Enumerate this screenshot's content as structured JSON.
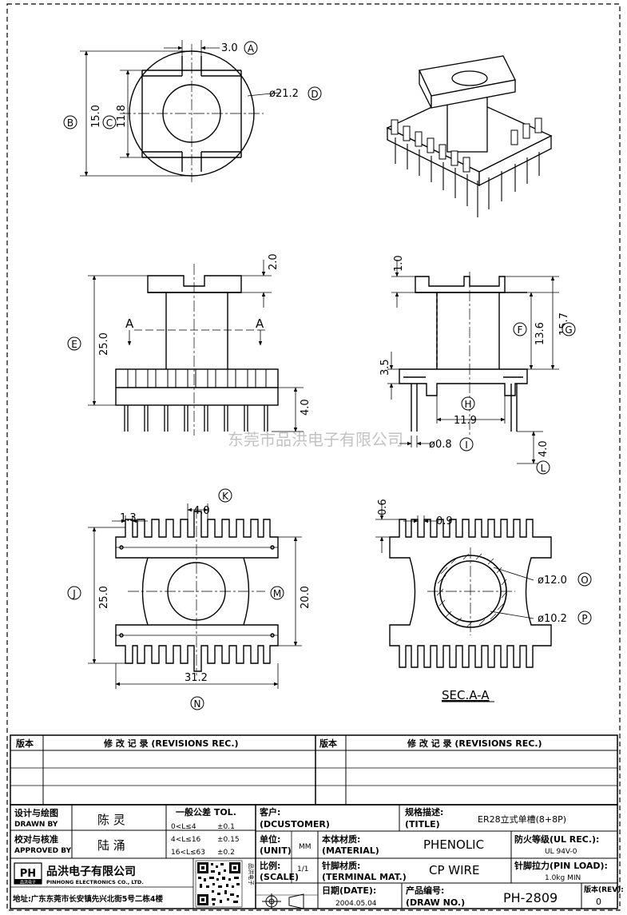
{
  "drawing": {
    "dims": {
      "d3_0": "3.0",
      "d21_2": "ø21.2",
      "d15_0": "15.0",
      "d11_8": "11.8",
      "d2_0": "2.0",
      "d25_0_front": "25.0",
      "d4_0_front": "4.0",
      "d1_0": "1.0",
      "d3_5": "3.5",
      "d13_6": "13.6",
      "d15_7": "15.7",
      "d11_9": "11.9",
      "d0_8": "ø0.8",
      "d4_0_side": "4.0",
      "d1_3": "1.3",
      "d4_0_bottom": "4.0",
      "d25_0_bottom": "25.0",
      "d20_0": "20.0",
      "d31_2": "31.2",
      "d0_6": "0.6",
      "d0_9": "0.9",
      "d12_0": "ø12.0",
      "d10_2": "ø10.2"
    },
    "callouts": [
      "A",
      "B",
      "C",
      "D",
      "E",
      "F",
      "G",
      "H",
      "I",
      "J",
      "K",
      "L",
      "M",
      "N",
      "O",
      "P"
    ],
    "section_marks": {
      "left": "A",
      "right": "A"
    },
    "section_label": "SEC.A-A",
    "watermark": "东莞市品洪电子有限公司"
  },
  "revisions": {
    "header_ver": "版本",
    "header_rec": "修 改 记 录 (REVISIONS REC.)",
    "header_ver2": "版本",
    "header_rec2": "修 改 记 录 (REVISIONS REC.)"
  },
  "titleblock": {
    "drawn_by_label_cn": "设计与绘图",
    "drawn_by_label_en": "DRAWN BY",
    "drawn_by_value": "陈 灵",
    "approved_label_cn": "校对与核准",
    "approved_label_en": "APPROVED BY",
    "approved_value": "陆 涌",
    "tol_title": "一般公差 TOL.",
    "tol_rows": [
      {
        "range": "0<L≤4",
        "value": "±0.1"
      },
      {
        "range": "4<L≤16",
        "value": "±0.15"
      },
      {
        "range": "16<L≤63",
        "value": "±0.2"
      }
    ],
    "customer_label_cn": "客户:",
    "customer_label_en": "(DCUSTOMER)",
    "unit_label_cn": "单位:",
    "unit_label_en": "(UNIT)",
    "unit_value": "MM",
    "scale_label_cn": "比例:",
    "scale_label_en": "(SCALE)",
    "scale_value": "1/1",
    "title_label_cn": "规格描述:",
    "title_label_en": "(TITLE)",
    "title_value": "ER28立式单槽(8+8P)",
    "material_label_cn": "本体材质:",
    "material_label_en": "(MATERIAL)",
    "material_value": "PHENOLIC",
    "terminal_label_cn": "针脚材质:",
    "terminal_label_en": "(TERMINAL MAT.)",
    "terminal_value": "CP WIRE",
    "ul_label": "防火等级(UL REC.):",
    "ul_value": "UL 94V-0",
    "pin_load_label": "针脚拉力(PIN LOAD):",
    "pin_load_value": "1.0kg MIN",
    "date_label_cn": "日期(DATE):",
    "date_value": "2004.05.04",
    "drawno_label_cn": "产品编号:",
    "drawno_label_en": "(DRAW NO.)",
    "drawno_value": "PH-2809",
    "rev_label": "版本(REV):",
    "rev_value": "0",
    "company_logo": "PH",
    "company_logo_sub": "品洪电子",
    "company_cn": "品洪电子有限公司",
    "company_en": "PINHONG ELECTRONICS CO., LTD.",
    "address": "地址:广东东莞市长安镇先兴北街5号二栋4楼",
    "qr_side_text": "品洪电子"
  }
}
